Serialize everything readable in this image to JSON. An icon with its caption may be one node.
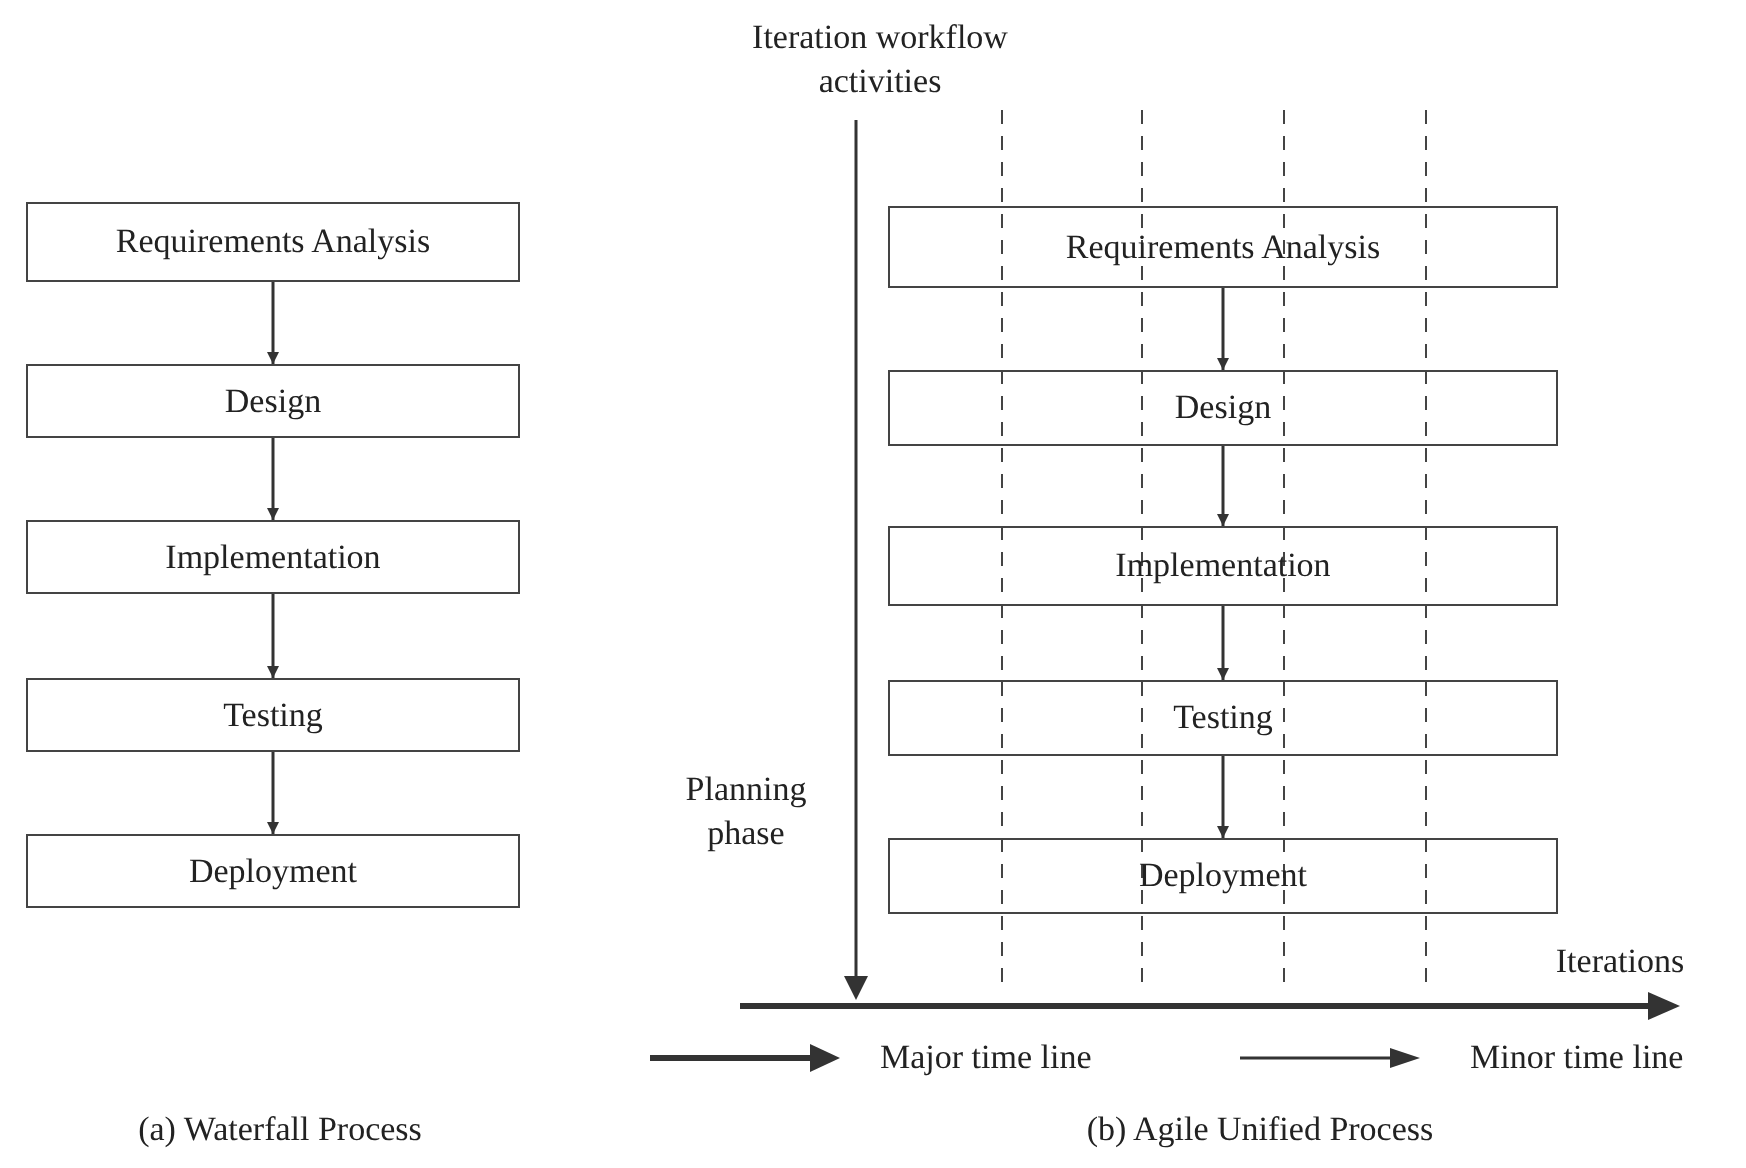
{
  "diagram": {
    "nodes": [
      {
        "text": [
          "Requirements Analysis"
        ]
      },
      {
        "text": [
          "Design"
        ]
      },
      {
        "text": [
          "Implementation"
        ]
      },
      {
        "text": [
          "Testing"
        ]
      },
      {
        "text": [
          "Deployment"
        ]
      },
      {
        "text": [
          "Requirements Analysis"
        ]
      },
      {
        "text": [
          "Design"
        ]
      },
      {
        "text": [
          "Implementation"
        ]
      },
      {
        "text": [
          "Testing"
        ]
      },
      {
        "text": [
          "Deployment"
        ]
      }
    ],
    "edges": [
      {
        "from": 0,
        "to": 1,
        "arrow": "to"
      },
      {
        "from": 1,
        "to": 2,
        "arrow": "to"
      },
      {
        "from": 2,
        "to": 3,
        "arrow": "to"
      },
      {
        "from": 3,
        "to": 4,
        "arrow": "to"
      },
      {
        "from": 5,
        "to": 6,
        "arrow": "to"
      },
      {
        "from": 6,
        "to": 7,
        "arrow": "to"
      },
      {
        "from": 7,
        "to": 8,
        "arrow": "to"
      },
      {
        "from": 8,
        "to": 9,
        "arrow": "to"
      }
    ],
    "labels": [
      "Iteration workflow activities",
      "Planning phase",
      "Iterations",
      "(a) Waterfall Process",
      "(b) Agile Unified Process"
    ],
    "legend": [
      {
        "text": "Major time line"
      },
      {
        "text": "Minor time line"
      }
    ]
  }
}
